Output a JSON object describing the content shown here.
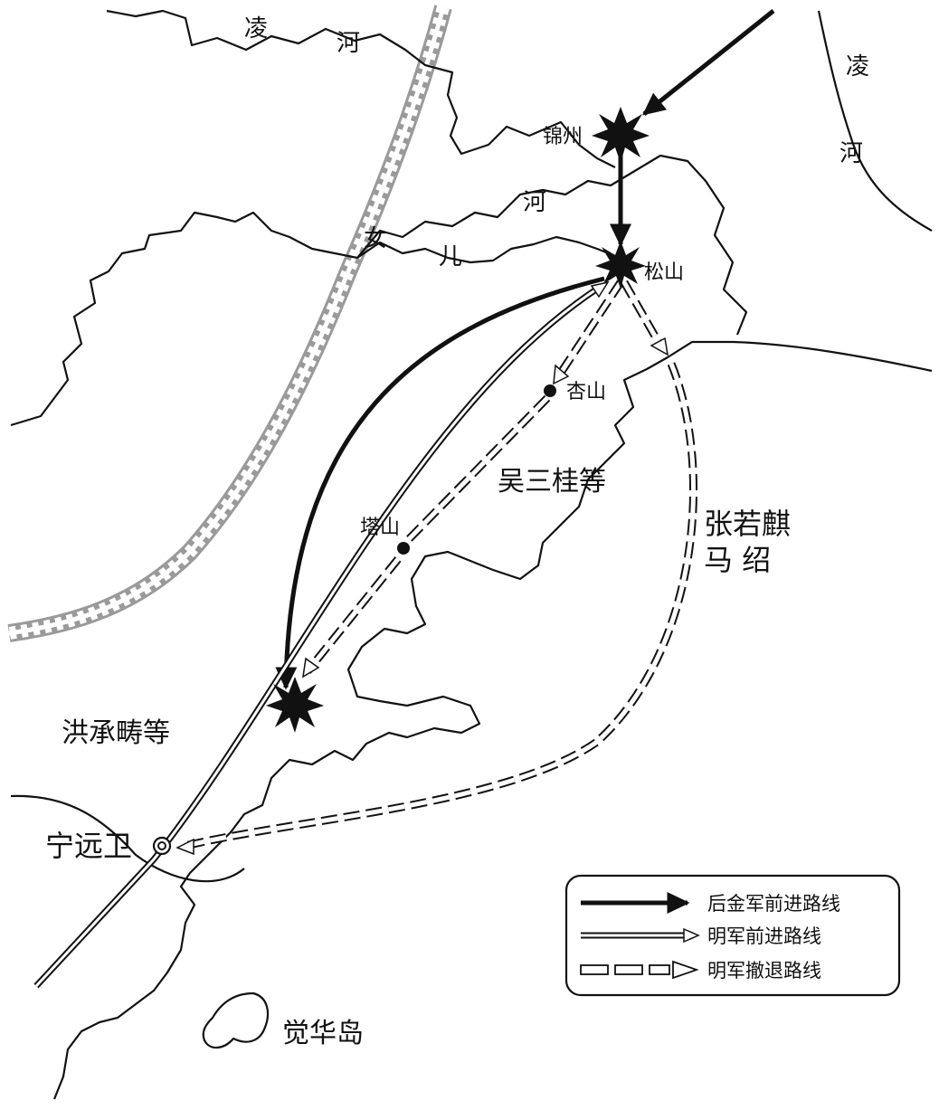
{
  "rivers": {
    "ling_left": [
      "凌",
      "河"
    ],
    "ling_right": [
      "凌",
      "河"
    ],
    "nuer": [
      "女",
      "儿",
      "河"
    ]
  },
  "places": {
    "jinzhou": "锦州",
    "songshan": "松山",
    "xingshan": "杏山",
    "tashan": "塔山",
    "ningyuanwei": "宁远卫",
    "juehuadao": "觉华岛"
  },
  "commanders": {
    "wu_sangui": "吴三桂等",
    "zhang_ruoqi": "张若麒",
    "ma_shao": "马 绍",
    "hong_chengchou": "洪承畴等"
  },
  "legend": [
    {
      "style": "solid",
      "label": "后金军前进路线"
    },
    {
      "style": "outline",
      "label": "明军前进路线"
    },
    {
      "style": "dashed",
      "label": "明军撤退路线"
    }
  ],
  "colors": {
    "ink": "#111111",
    "paper": "#ffffff",
    "wall": "#9a9a9a"
  }
}
